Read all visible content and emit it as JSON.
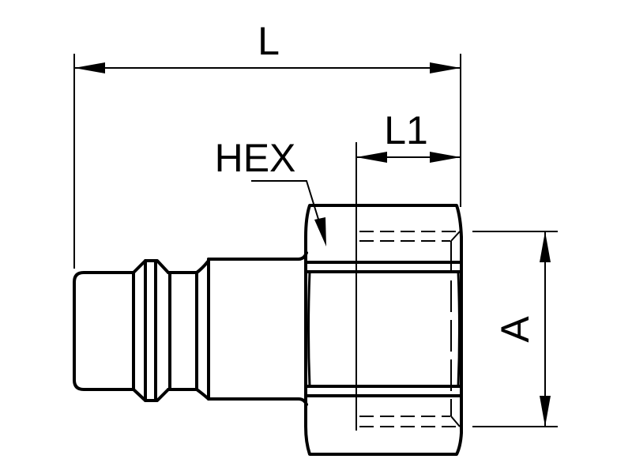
{
  "diagram": {
    "type": "technical-drawing",
    "subject": "quick coupling plug with female thread",
    "labels": {
      "overall_length": "L",
      "thread_length": "L1",
      "hex": "HEX",
      "thread_diameter": "A"
    },
    "colors": {
      "line": "#000000",
      "background": "#ffffff"
    }
  }
}
